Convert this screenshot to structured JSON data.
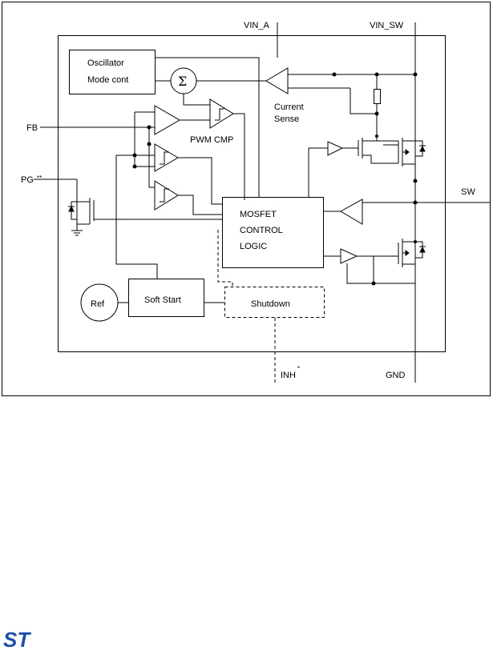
{
  "pins": {
    "vin_a": "VIN_A",
    "vin_sw": "VIN_SW",
    "fb": "FB",
    "pg": "PG",
    "pg_note": "**",
    "sw": "SW",
    "inh": "INH",
    "inh_note": "*",
    "gnd": "GND"
  },
  "blocks": {
    "oscillator_line1": "Oscillator",
    "oscillator_line2": "Mode cont",
    "sum_symbol": "Σ",
    "current_sense_line1": "Current",
    "current_sense_line2": "Sense",
    "pwm_cmp": "PWM CMP",
    "mosfet_line1": "MOSFET",
    "mosfet_line2": "CONTROL",
    "mosfet_line3": "LOGIC",
    "ref": "Ref",
    "soft_start": "Soft Start",
    "shutdown": "Shutdown"
  },
  "footer": {
    "logo_text": "ST",
    "logo_color": "#1f4fa8"
  }
}
